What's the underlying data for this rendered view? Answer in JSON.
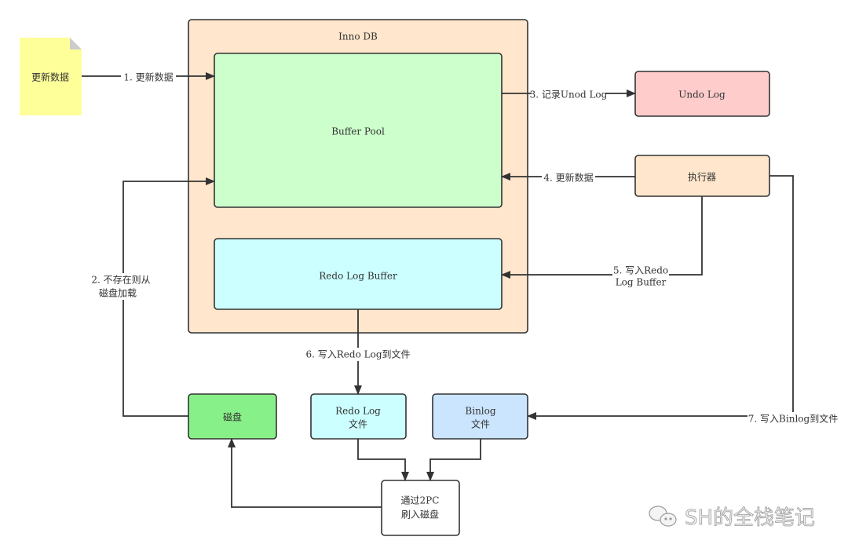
{
  "nodes": {
    "innodb": {
      "label": "Inno DB",
      "color": "#ffe6cc"
    },
    "buffer_pool": {
      "label": "Buffer Pool",
      "color": "#ccffcc"
    },
    "redo_log_buffer": {
      "label": "Redo Log Buffer",
      "color": "#ccffff"
    },
    "update_data_doc": {
      "label": "更新数据",
      "color": "#ffff99"
    },
    "undo_log": {
      "label": "Undo Log",
      "color": "#ffcccc"
    },
    "executor": {
      "label": "执行器",
      "color": "#ffe6cc"
    },
    "disk": {
      "label": "磁盘",
      "color": "#99ff99"
    },
    "redo_log_file": {
      "line1": "Redo Log",
      "line2": "文件",
      "color": "#ccffff"
    },
    "binlog_file": {
      "line1": "Binlog",
      "line2": "文件",
      "color": "#cce5ff"
    },
    "two_pc": {
      "line1": "通过2PC",
      "line2": "刷入磁盘",
      "color": "#ffffff"
    }
  },
  "edges": {
    "e1": "1. 更新数据",
    "e2_line1": "2. 不存在则从",
    "e2_line2": "磁盘加载",
    "e3": "3. 记录Unod Log",
    "e4": "4. 更新数据",
    "e5_line1": "5. 写入Redo",
    "e5_line2": "Log Buffer",
    "e6": "6. 写入Redo Log到文件",
    "e7": "7. 写入Binlog到文件"
  },
  "watermark": {
    "text": "SH的全栈笔记",
    "icon": "wechat-icon"
  }
}
